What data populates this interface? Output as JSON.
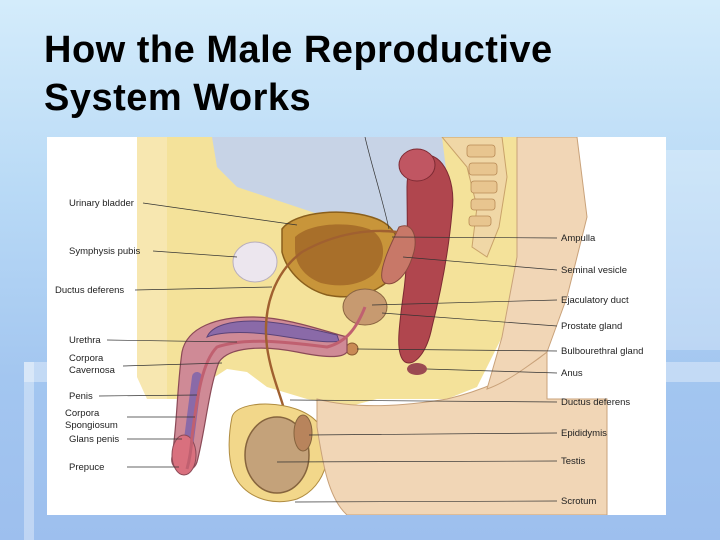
{
  "slide": {
    "title_line1": "How the Male Reproductive",
    "title_line2": "System Works"
  },
  "diagram": {
    "labels_left": {
      "urinary_bladder": "Urinary bladder",
      "symphysis_pubis": "Symphysis pubis",
      "ductus_deferens": "Ductus deferens",
      "urethra": "Urethra",
      "corpora_cavernosa_1": "Corpora",
      "corpora_cavernosa_2": "Cavernosa",
      "penis": "Penis",
      "corpora_spongiosum_1": "Corpora",
      "corpora_spongiosum_2": "Spongiosum",
      "glans_penis": "Glans penis",
      "prepuce": "Prepuce"
    },
    "labels_right": {
      "ampulla": "Ampulla",
      "seminal_vesicle": "Seminal vesicle",
      "ejaculatory_duct": "Ejaculatory duct",
      "prostate_gland": "Prostate gland",
      "bulbourethral_gland": "Bulbourethral gland",
      "anus": "Anus",
      "ductus_deferens": "Ductus deferens",
      "epididymis": "Epididymis",
      "testis": "Testis",
      "scrotum": "Scrotum"
    }
  }
}
